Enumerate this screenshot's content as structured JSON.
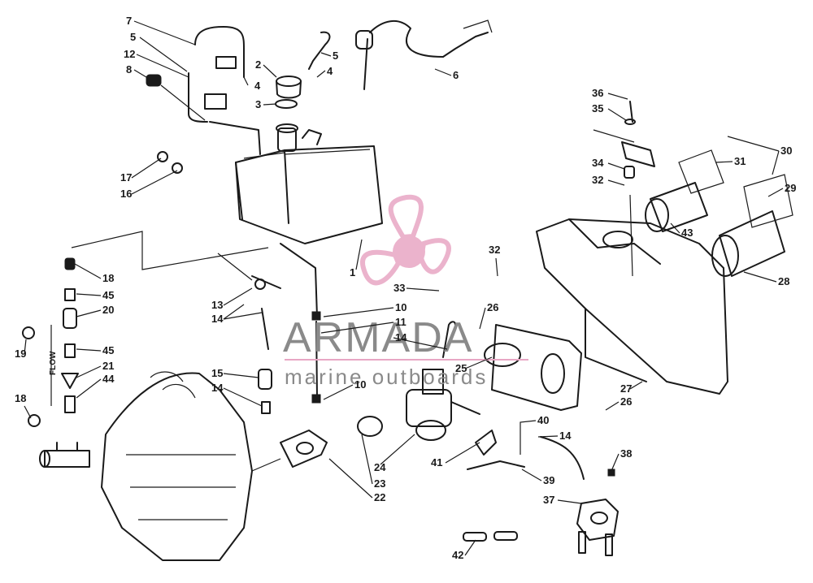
{
  "watermark": {
    "brand": "ARMADA",
    "tagline": "marine outboards",
    "logo_color": "#e8a6c4"
  },
  "flow_label": "FLOW",
  "callouts": [
    "1",
    "2",
    "3",
    "4",
    "4",
    "5",
    "5",
    "6",
    "7",
    "8",
    "10",
    "10",
    "11",
    "12",
    "13",
    "14",
    "14",
    "14",
    "14",
    "15",
    "16",
    "17",
    "18",
    "18",
    "19",
    "20",
    "21",
    "22",
    "23",
    "24",
    "25",
    "26",
    "26",
    "27",
    "28",
    "29",
    "30",
    "31",
    "32",
    "32",
    "33",
    "34",
    "35",
    "36",
    "37",
    "38",
    "39",
    "40",
    "41",
    "42",
    "43",
    "44",
    "45",
    "45"
  ]
}
